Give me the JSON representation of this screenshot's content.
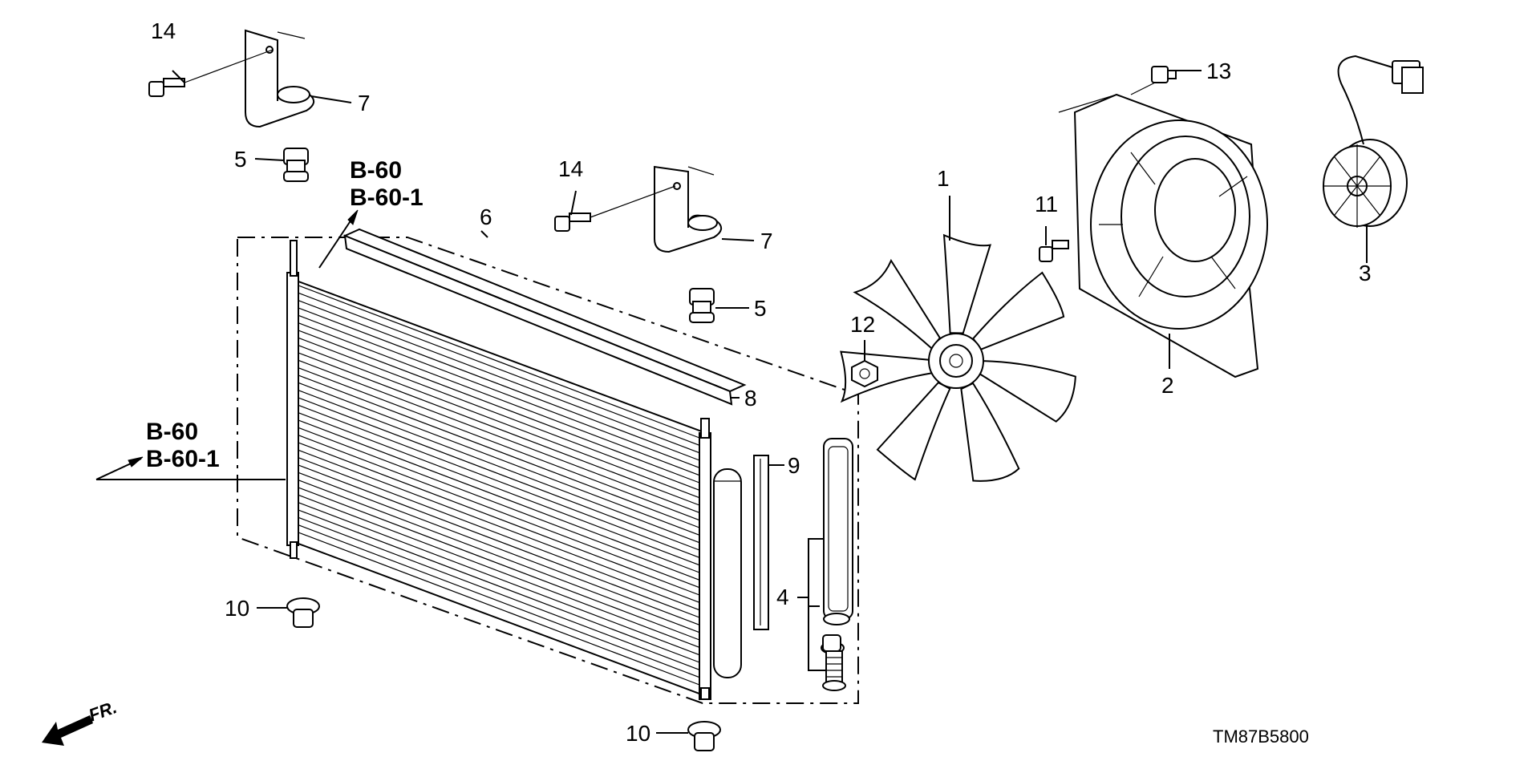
{
  "diagram": {
    "drawing_code": "TM87B5800",
    "front_marker": "FR.",
    "callouts": {
      "fan": "1",
      "shroud": "2",
      "motor": "3",
      "condenser_kit": "4",
      "cushion_upper": "5",
      "cushion_lower": "5",
      "condenser": "6",
      "bracket_upper": "7",
      "bracket_lower": "7",
      "seal_top": "8",
      "seal_side": "9",
      "mount_lower_left": "10",
      "mount_lower_right": "10",
      "bolt_shroud": "11",
      "nut_fan": "12",
      "bolt_top": "13",
      "bolt_upper": "14",
      "bolt_lower": "14"
    },
    "references": {
      "upper_line1": "B-60",
      "upper_line2": "B-60-1",
      "left_line1": "B-60",
      "left_line2": "B-60-1"
    }
  }
}
